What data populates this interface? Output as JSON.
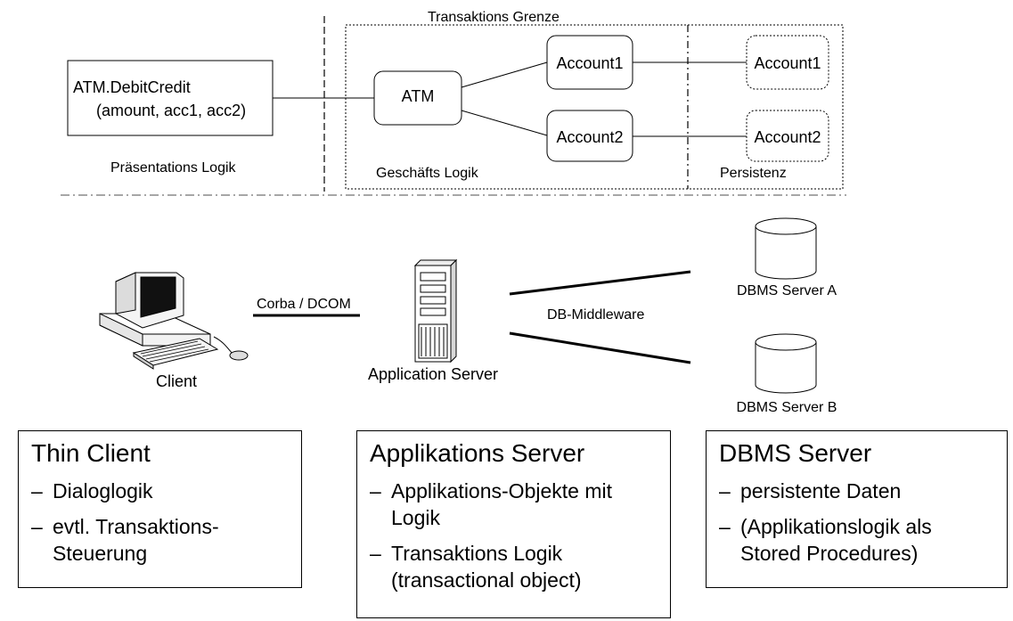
{
  "top": {
    "transaction_boundary_label": "Transaktions Grenze",
    "atm_call_line1": "ATM.DebitCredit",
    "atm_call_line2": "(amount, acc1, acc2)",
    "presentation_label": "Präsentations Logik",
    "business_label": "Geschäfts Logik",
    "persistence_label": "Persistenz",
    "atm_label": "ATM",
    "account1_label": "Account1",
    "account2_label": "Account2",
    "persist_account1_label": "Account1",
    "persist_account2_label": "Account2"
  },
  "middle": {
    "client_label": "Client",
    "corba_label": "Corba / DCOM",
    "app_server_label": "Application Server",
    "db_middleware_label": "DB-Middleware",
    "dbms_a_label": "DBMS Server A",
    "dbms_b_label": "DBMS Server B"
  },
  "boxes": {
    "thin_client": {
      "title": "Thin Client",
      "items": [
        "Dialoglogik",
        "evtl. Transaktions-\nSteuerung"
      ]
    },
    "app_server": {
      "title": "Applikations Server",
      "items": [
        "Applikations-Objekte mit\nLogik",
        "Transaktions Logik\n(transactional object)"
      ]
    },
    "dbms_server": {
      "title": "DBMS Server",
      "items": [
        "persistente Daten",
        "(Applikationslogik als\nStored Procedures)"
      ]
    }
  },
  "bullet_symbol": "–"
}
